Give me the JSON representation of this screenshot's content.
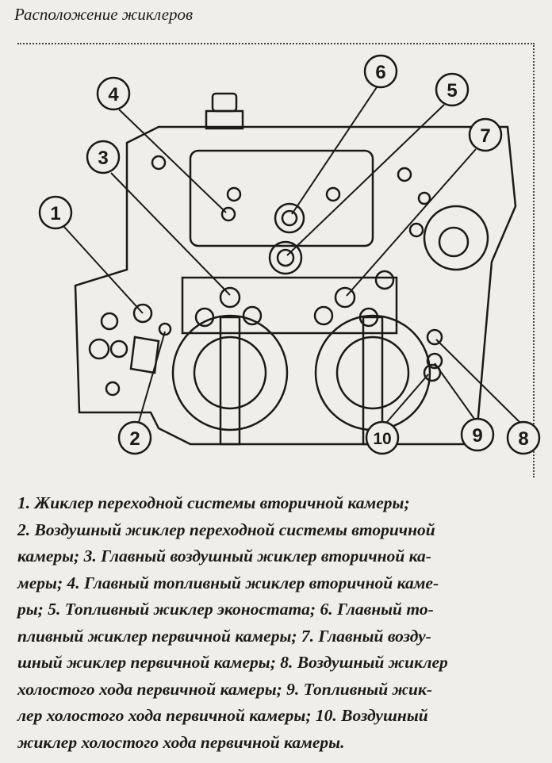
{
  "title": "Расположение жиклеров",
  "callouts": [
    "1",
    "2",
    "3",
    "4",
    "5",
    "6",
    "7",
    "8",
    "9",
    "10"
  ],
  "caption_lines": [
    "1. Жиклер переходной системы вторичной камеры;",
    "2. Воздушный жиклер переходной системы вторичной",
    "камеры; 3. Главный воздушный жиклер вторичной ка-",
    "меры; 4. Главный топливный жиклер вторичной каме-",
    "ры; 5. Топливный жиклер эконостата; 6. Главный то-",
    "пливный жиклер первичной камеры; 7. Главный возду-",
    "шный жиклер первичной камеры; 8. Воздушный жиклер",
    "холостого хода первичной камеры; 9. Топливный жик-",
    "лер холостого хода первичной камеры; 10. Воздушный",
    "жиклер холостого хода первичной камеры."
  ]
}
